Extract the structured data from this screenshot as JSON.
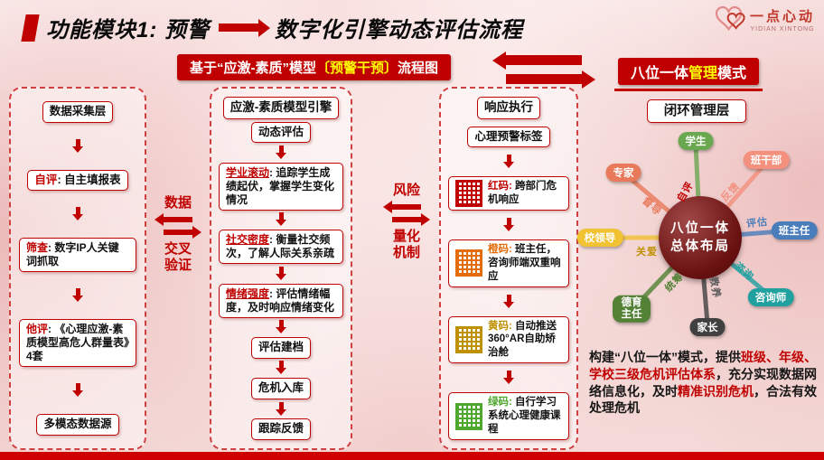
{
  "header": {
    "accent_color": "#c00000",
    "title_left": "功能模块1: 预警",
    "title_right": "数字化引擎动态评估流程",
    "logo_name": "一点心动",
    "logo_sub": "YIDIAN XINTONG"
  },
  "icons": {
    "title_arrow": "thick-right-arrow",
    "banner_exchange": "left-right-arrows",
    "flow_arrow": "down-arrow",
    "logo": "double-heart"
  },
  "banner": {
    "part1": "基于“应激-素质”模型",
    "highlight": "〔预警干预〕",
    "part2": "流程图",
    "bg": "#c00000",
    "highlight_color": "#ffff00"
  },
  "mode_banner": {
    "part1": "八位一体",
    "highlight": "管理",
    "part2": "模式"
  },
  "left_col": {
    "box1": "数据采集层",
    "box2_label": "自评",
    "box2_text": ": 自主填报表",
    "box3_label": "筛查",
    "box3_text": ": 数字IP人关键词抓取",
    "box4_label": "他评",
    "box4_text": ": 《心理应激-素质模型高危人群量表》4套",
    "box5": "多模态数据源"
  },
  "connector1": {
    "top": "数据",
    "bottom": "交叉验证"
  },
  "connector2": {
    "top": "风险",
    "bottom": "量化机制"
  },
  "mid_col": {
    "title": "应激-素质模型引擎",
    "box1": "动态评估",
    "box2_label": "学业滚动",
    "box2_text": ": 追踪学生成绩起伏，掌握学生变化情况",
    "box3_label": "社交密度",
    "box3_text": ": 衡量社交频次，了解人际关系亲疏",
    "box4_label": "情绪强度",
    "box4_text": ": 评估情绪幅度，及时响应情绪变化",
    "box5": "评估建档",
    "box6": "危机入库",
    "box7": "跟踪反馈"
  },
  "right_col": {
    "title": "响应执行",
    "box1": "心理预警标签",
    "codes": [
      {
        "label": "红码:",
        "text": " 跨部门危机响应",
        "color": "#c00000",
        "icon": "qr-code-red"
      },
      {
        "label": "橙码:",
        "text": " 班主任，咨询师端双重响应",
        "color": "#e36c09",
        "icon": "qr-code-orange"
      },
      {
        "label": "黄码:",
        "text": " 自动推送360°AR自助矫治舱",
        "color": "#bf9000",
        "icon": "qr-code-yellow"
      },
      {
        "label": "绿码:",
        "text": " 自行学习系统心理健康课程",
        "color": "#4ea72e",
        "icon": "qr-code-green"
      }
    ]
  },
  "loop": {
    "title": "闭环管理层",
    "center_line1": "八位一体",
    "center_line2": "总体布局",
    "center_bg": "#6b1212",
    "nodes": [
      {
        "label": "学生",
        "inner": "自评",
        "color": "#6aa84f",
        "inner_color": "#c00000"
      },
      {
        "label": "班干部",
        "inner": "反馈",
        "color": "#f4917e",
        "inner_color": "#f4917e"
      },
      {
        "label": "班主任",
        "inner": "评估",
        "color": "#4a7ebb",
        "inner_color": "#4a7ebb"
      },
      {
        "label": "咨询师",
        "inner": "咨询",
        "color": "#21a0a0",
        "inner_color": "#21a0a0"
      },
      {
        "label": "家长",
        "inner": "教养",
        "color": "#404040",
        "inner_color": "#595959"
      },
      {
        "label": "德育主任",
        "inner": "统筹",
        "color": "#538135",
        "inner_color": "#538135"
      },
      {
        "label": "校领导",
        "inner": "关爱",
        "color": "#f1c232",
        "inner_color": "#bf9000"
      },
      {
        "label": "专家",
        "inner": "督导",
        "color": "#e8795a",
        "inner_color": "#e8795a"
      }
    ]
  },
  "summary": {
    "part1": "构建“八位一体”模式，提供",
    "part2": "班级、年级、学校三级危机评估体系",
    "part3": "，充分实现数据网络信息化，及时",
    "part4": "精准识别危机",
    "part5": "，合法有效处理危机",
    "highlight_color": "#c00000"
  }
}
